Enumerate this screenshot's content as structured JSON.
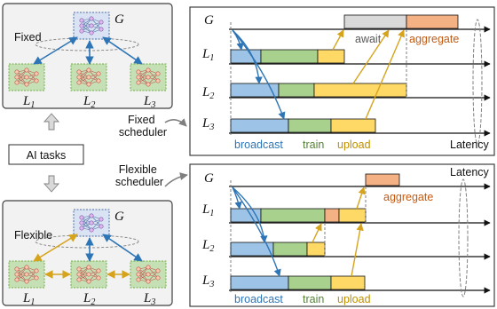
{
  "left": {
    "top_panel_title": "Fixed",
    "bottom_panel_title": "Flexible",
    "ai_tasks": "AI tasks",
    "fixed_scheduler": [
      "Fixed",
      "scheduler"
    ],
    "flexible_scheduler": [
      "Flexible",
      "scheduler"
    ]
  },
  "nodes": {
    "global": "G",
    "local": "L",
    "subs": [
      "1",
      "2",
      "3"
    ]
  },
  "timeline": {
    "await": "await",
    "aggregate": "aggregate",
    "latency": "Latency",
    "legend": {
      "broadcast": "broadcast",
      "train": "train",
      "upload": "upload"
    }
  },
  "colors": {
    "broadcast": "#9dc3e6",
    "train": "#a9d18e",
    "upload": "#ffd966",
    "aggregate": "#f4b183",
    "await": "#d9d9d9",
    "arrow_blue": "#2e75b6",
    "arrow_gold": "#d6a31c",
    "legend_blue": "#2e75b6",
    "legend_green": "#548235",
    "legend_gold": "#bf9000",
    "legend_orange": "#c55a11"
  }
}
